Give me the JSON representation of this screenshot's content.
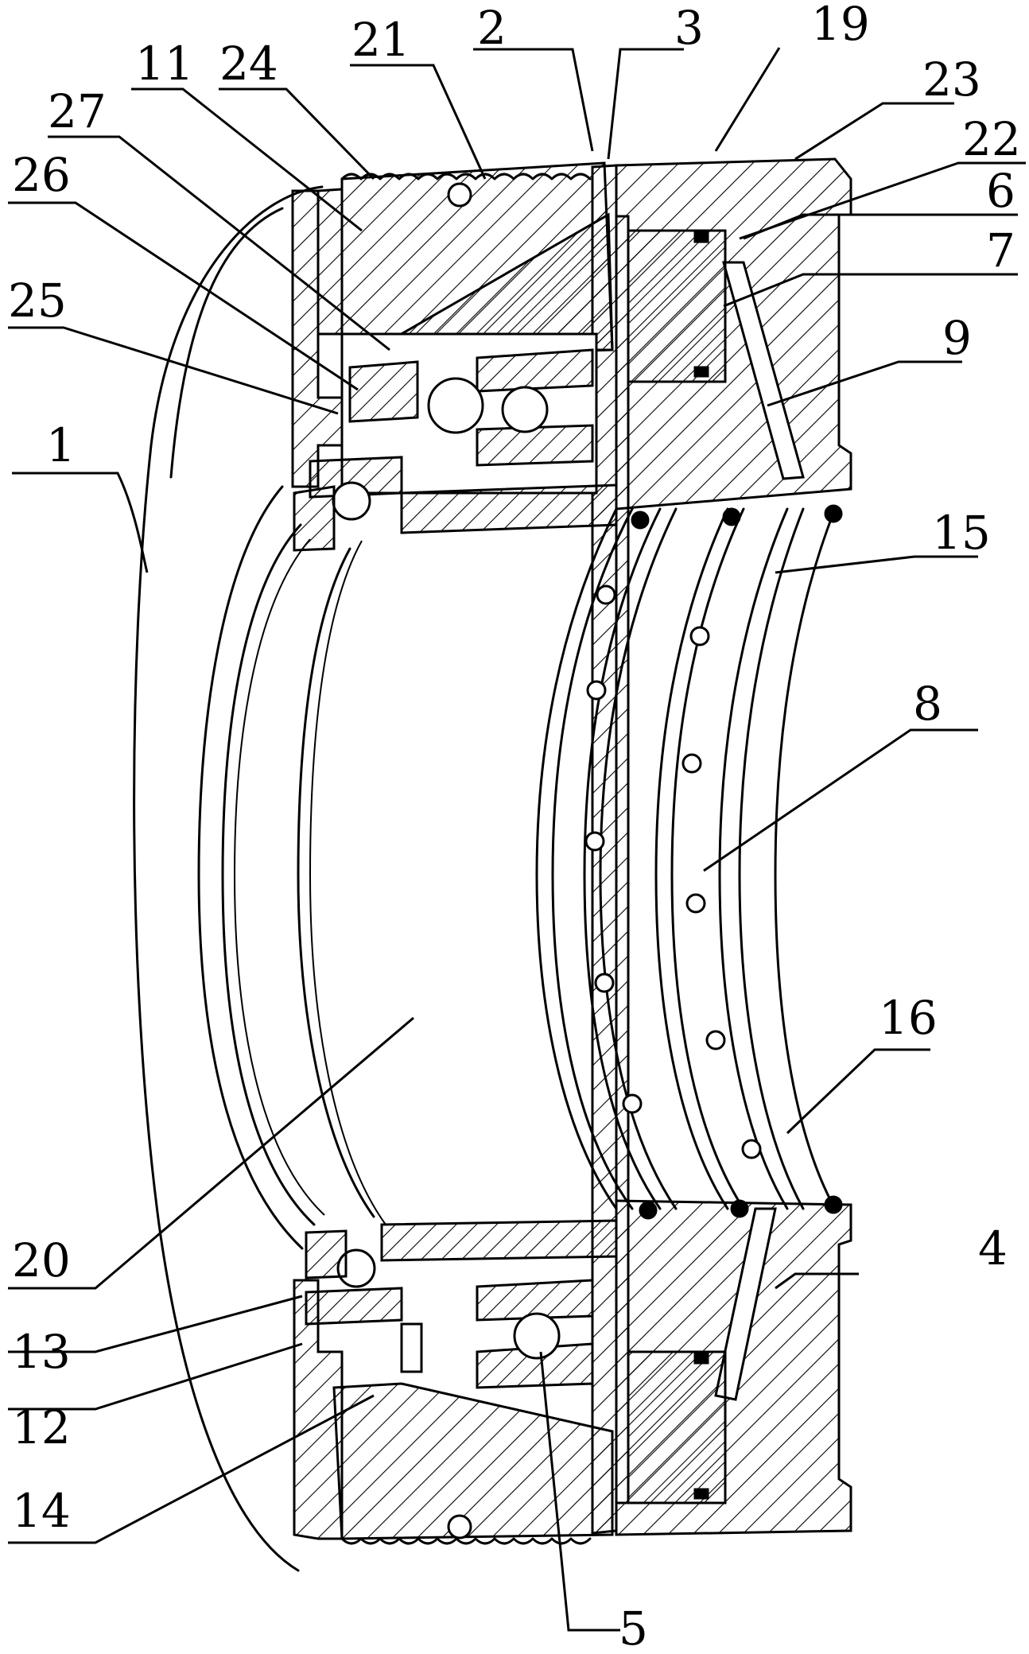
{
  "figure": {
    "labels": [
      {
        "id": "1",
        "text": "1"
      },
      {
        "id": "2",
        "text": "2"
      },
      {
        "id": "3",
        "text": "3"
      },
      {
        "id": "4",
        "text": "4"
      },
      {
        "id": "5",
        "text": "5"
      },
      {
        "id": "6",
        "text": "6"
      },
      {
        "id": "7",
        "text": "7"
      },
      {
        "id": "8",
        "text": "8"
      },
      {
        "id": "9",
        "text": "9"
      },
      {
        "id": "11",
        "text": "11"
      },
      {
        "id": "12",
        "text": "12"
      },
      {
        "id": "13",
        "text": "13"
      },
      {
        "id": "14",
        "text": "14"
      },
      {
        "id": "15",
        "text": "15"
      },
      {
        "id": "16",
        "text": "16"
      },
      {
        "id": "19",
        "text": "19"
      },
      {
        "id": "20",
        "text": "20"
      },
      {
        "id": "21",
        "text": "21"
      },
      {
        "id": "22",
        "text": "22"
      },
      {
        "id": "23",
        "text": "23"
      },
      {
        "id": "24",
        "text": "24"
      },
      {
        "id": "25",
        "text": "25"
      },
      {
        "id": "26",
        "text": "26"
      },
      {
        "id": "27",
        "text": "27"
      }
    ]
  }
}
